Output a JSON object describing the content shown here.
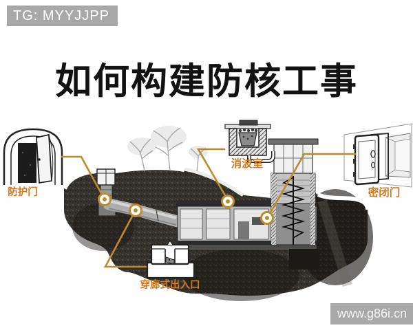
{
  "header": {
    "badge": "TG: MYYJJPP"
  },
  "title": "如何构建防核工事",
  "callouts": {
    "protective_door": {
      "label": "防护门"
    },
    "wave_absorber": {
      "label": "消波室"
    },
    "airtight_door": {
      "label": "密闭门"
    },
    "corridor_entrance": {
      "label": "穿廊式出入口"
    }
  },
  "watermark": "www.g86i.cn",
  "scene_parts": [
    "earth-cross-section",
    "ground-surface",
    "trees",
    "entry-shaft",
    "sloped-tunnel",
    "bunker-rooms",
    "stair-tower",
    "tower-house",
    "spiral-staircase",
    "protective-door-inset",
    "wave-absorber-inset",
    "airtight-door-inset",
    "corridor-entrance-inset",
    "callout-rings"
  ],
  "colors": {
    "accent_line": "#bd8b2e",
    "label_text": "#d0791c",
    "badge_bg": "#a8a8a8",
    "watermark_bg": "#a9a9a9",
    "title_color": "#121212",
    "earth_dark": "#33302b"
  }
}
